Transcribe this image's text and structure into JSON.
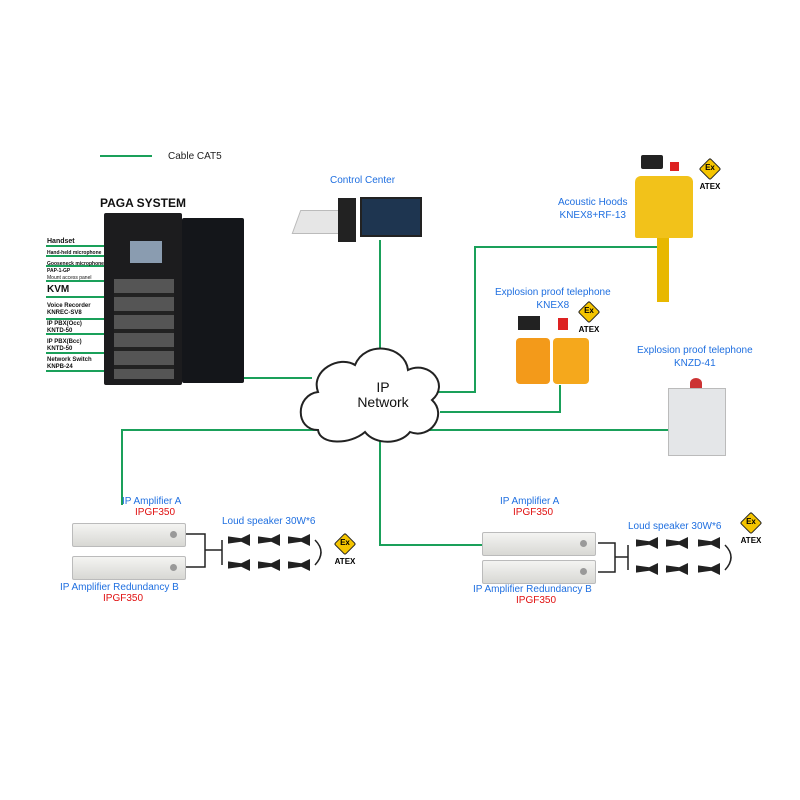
{
  "legend": {
    "cable_label": "Cable CAT5",
    "cable_color": "#1aa05a"
  },
  "cloud": {
    "line1": "IP",
    "line2": "Network"
  },
  "paga": {
    "title": "PAGA SYSTEM",
    "items": [
      {
        "name": "Handset"
      },
      {
        "name": "Hand-held microphone"
      },
      {
        "name": "Gooseneck microphone"
      },
      {
        "name": "PAP-1-GP",
        "sub": "Mount access panel"
      },
      {
        "name": "KVM"
      },
      {
        "name": "Voice Recorder",
        "sub": "KNREC-SV8"
      },
      {
        "name": "IP PBX(Occ)",
        "sub": "KNTD-50"
      },
      {
        "name": "IP PBX(Bcc)",
        "sub": "KNTD-50"
      },
      {
        "name": "Network Switch",
        "sub": "KNPB-24"
      }
    ]
  },
  "control_center": {
    "label": "Control Center"
  },
  "acoustic_hood": {
    "label": "Acoustic Hoods",
    "model": "KNEX8+RF-13"
  },
  "phone_knex8": {
    "label": "Explosion proof telephone",
    "model": "KNEX8"
  },
  "phone_knzd41": {
    "label": "Explosion proof telephone",
    "model": "KNZD-41"
  },
  "atex": {
    "symbol": "Ex",
    "text": "ATEX"
  },
  "left_group": {
    "amp_a": "IP Amplifier A",
    "amp_a_model": "IPGF350",
    "amp_b": "IP Amplifier Redundancy  B",
    "amp_b_model": "IPGF350",
    "speaker": "Loud speaker 30W*6"
  },
  "right_group": {
    "amp_a": "IP Amplifier A",
    "amp_a_model": "IPGF350",
    "amp_b": "IP Amplifier Redundancy  B",
    "amp_b_model": "IPGF350",
    "speaker": "Loud speaker 30W*6"
  }
}
